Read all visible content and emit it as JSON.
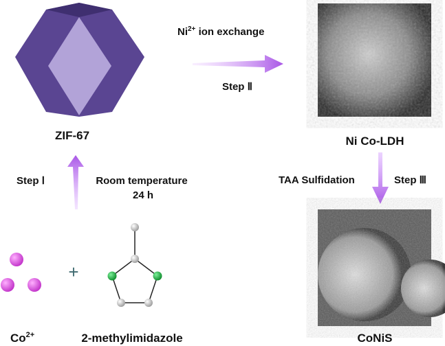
{
  "title_zif": "ZIF-67",
  "ion_exchange": {
    "prefix": "Ni",
    "sup": "2+",
    "suffix": " ion exchange"
  },
  "step2": "Step Ⅱ",
  "nico_ldh": "Ni Co-LDH",
  "taa": "TAA Sulfidation",
  "step3": "Step Ⅲ",
  "step1": "Step Ⅰ",
  "room_temp": "Room temperature",
  "time": "24 h",
  "co": {
    "base": "Co",
    "sup": "2+"
  },
  "plus": "+",
  "ligand": "2-methylimidazole",
  "product": "CoNiS",
  "colors": {
    "polyhedron_dark": "#5a4592",
    "polyhedron_top": "#3f2f70",
    "polyhedron_face": "#b2a3d8",
    "arrow": "#b56ee8",
    "co_ion": "#e055e0",
    "nitrogen": "#1aa33a"
  }
}
